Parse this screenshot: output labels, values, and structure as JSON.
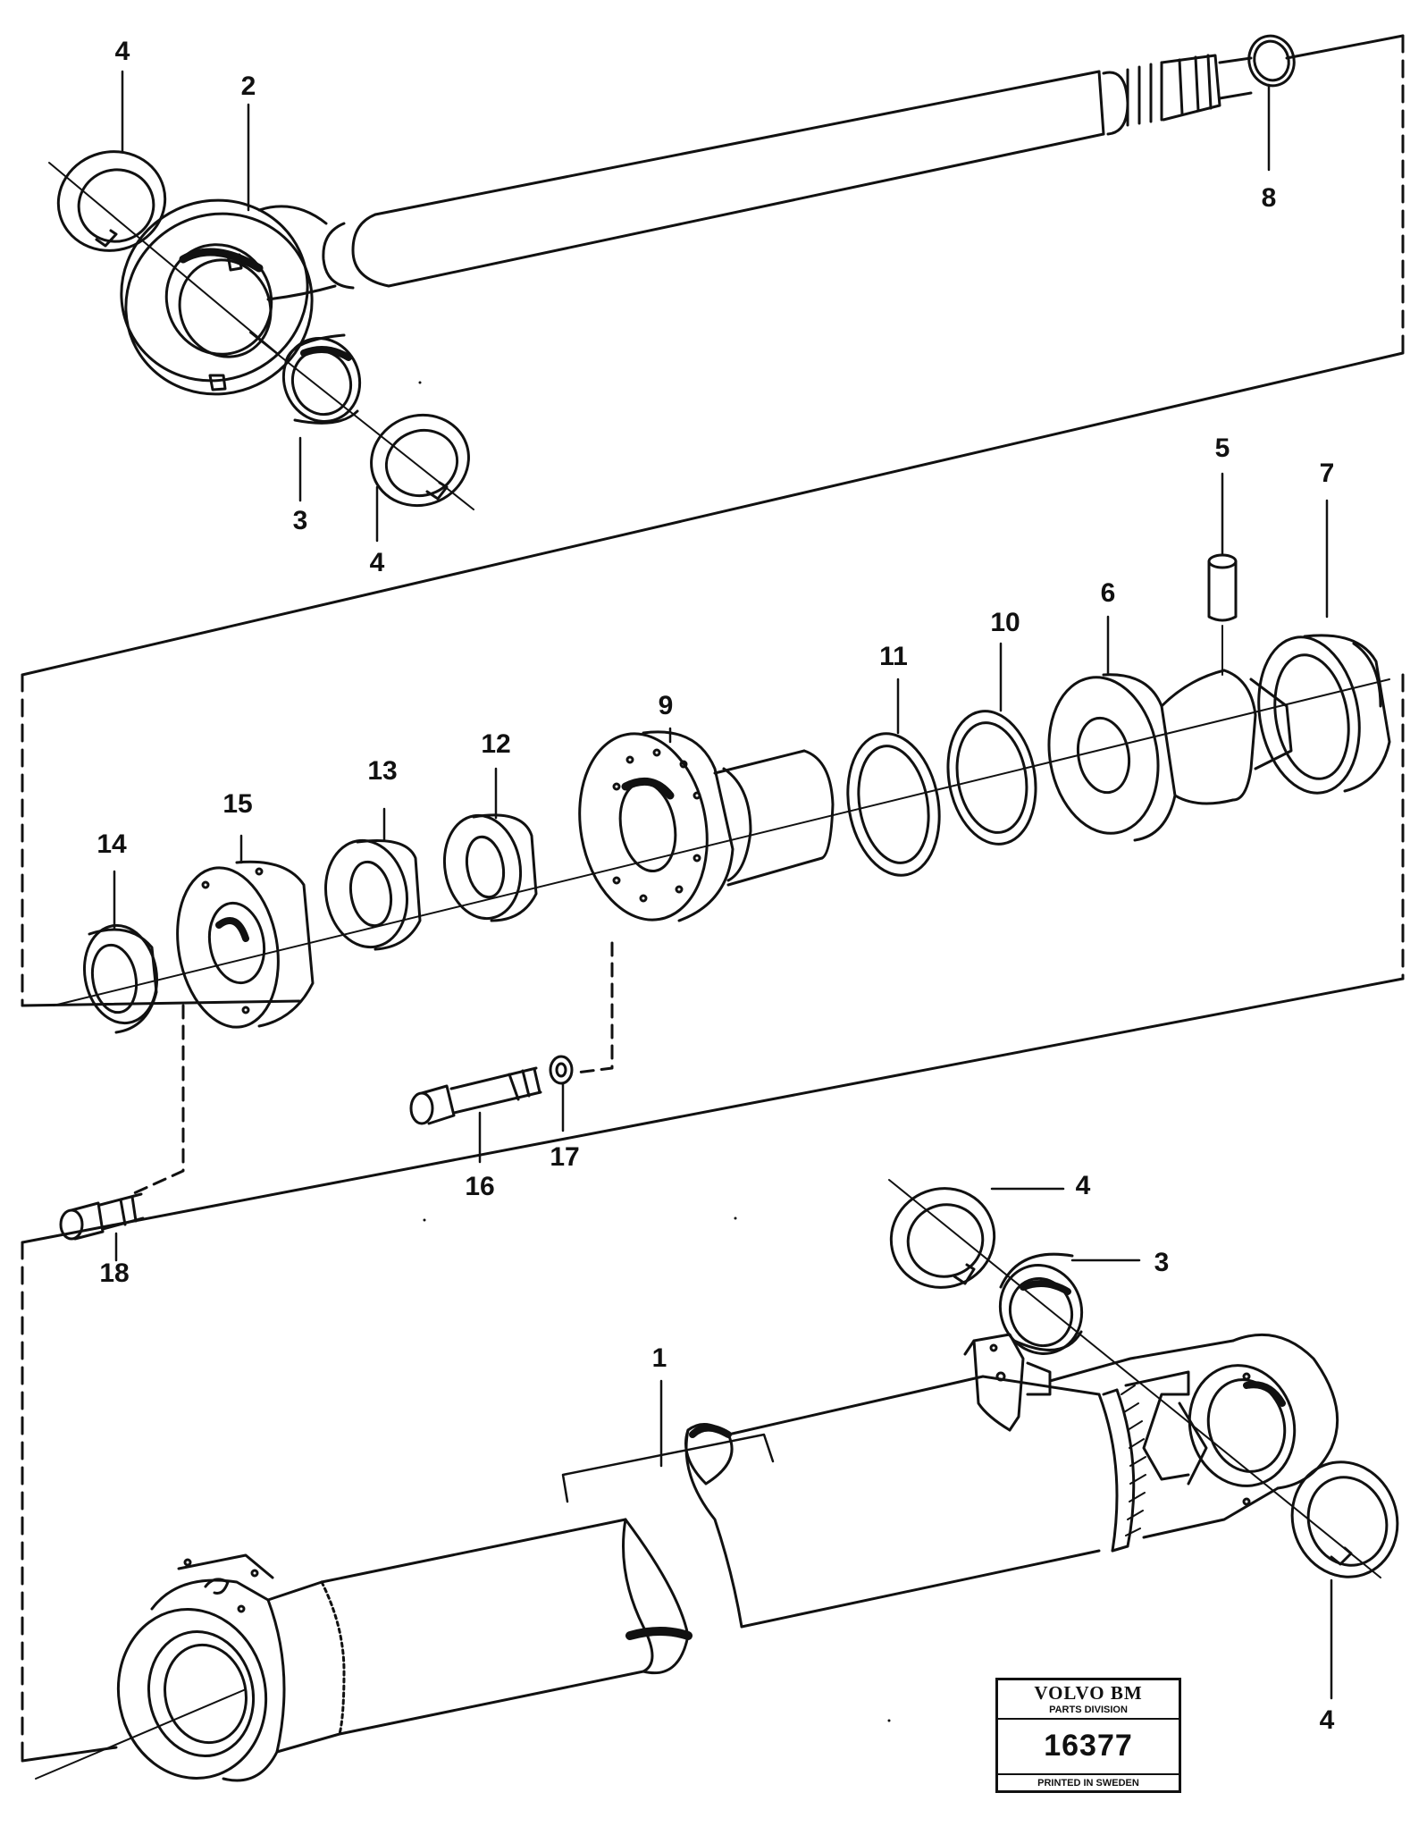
{
  "labels": {
    "p4_top_left": "4",
    "p2": "2",
    "p8": "8",
    "p3_top": "3",
    "p4_top_mid": "4",
    "p5": "5",
    "p7": "7",
    "p6": "6",
    "p10": "10",
    "p11": "11",
    "p9": "9",
    "p12": "12",
    "p13": "13",
    "p15": "15",
    "p14": "14",
    "p16": "16",
    "p17": "17",
    "p18": "18",
    "p4_bottom_top": "4",
    "p3_bottom": "3",
    "p1": "1",
    "p4_bottom": "4"
  },
  "stamp": {
    "brand": "VOLVO BM",
    "division": "PARTS DIVISION",
    "number": "16377",
    "printed": "PRINTED IN SWEDEN"
  }
}
